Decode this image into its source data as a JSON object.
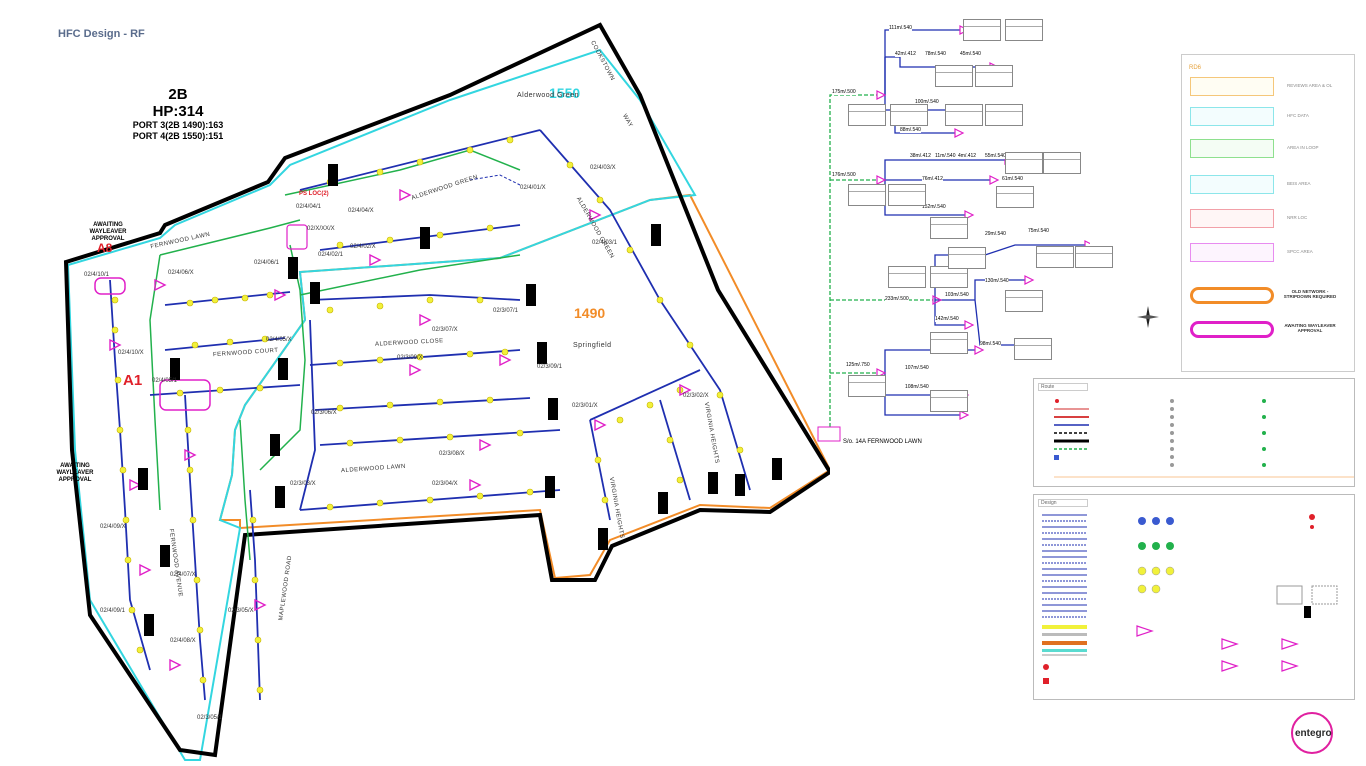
{
  "header": {
    "title": "HFC Design - RF"
  },
  "summary": {
    "code": "2B",
    "hp": "HP:314",
    "port3": "PORT 3(2B 1490):163",
    "port4": "PORT 4(2B 1550):151"
  },
  "awaiting_top": {
    "line1": "AWAITING",
    "line2": "WAYLEAVER",
    "line3": "APPROVAL"
  },
  "awaiting_left": {
    "line1": "AWAITING",
    "line2": "WAYLEAVER",
    "line3": "APPROVAL"
  },
  "areas": {
    "a1550": "1550",
    "a1490": "1490",
    "a8": "A8",
    "a1": "A1"
  },
  "streets": {
    "fernwood_lawn": "FERNWOOD LAWN",
    "fernwood_court": "FERNWOOD COURT",
    "alderwood_green": "ALDERWOOD GREEN",
    "alderwood_close": "ALDERWOOD CLOSE",
    "alderwood_lawn": "ALDERWOOD LAWN",
    "alderwood_way": "WAY",
    "alderwood_green_label": "Alderwood Green",
    "cookstown": "COOKSTOWN",
    "springfield": "Springfield",
    "virginia_heights": "VIRGINIA HEIGHTS",
    "virginia_heights2": "VIRGINIA HEIGHTS",
    "maplewood_road": "MAPLEWOOD ROAD",
    "fernwood_avenue": "FERNWOOD AVENUE",
    "alderwood_green2": "ALDERWOOD GREEN"
  },
  "nodes": [
    "02/4/10/1",
    "02/4/10/X",
    "02/4/06/X",
    "02/4/06/1",
    "02/4/05/X",
    "02/4/05/1",
    "02/4/09/X",
    "02/4/09/1",
    "02/4/07/X",
    "02/4/08/X",
    "02/X/XX/X",
    "02/4/04/1",
    "02/4/04/X",
    "02/4/02/X",
    "02/4/02/1",
    "02/4/01/X",
    "02/4/03/X",
    "02/3/07/X",
    "02/3/09/X",
    "02/3/06/X",
    "02/3/08/X",
    "02/3/01/X",
    "02/3/02/X",
    "02/3/04/X",
    "02/3/03/X",
    "02/3/05/X",
    "02/3/05/1",
    "02/3/07/1",
    "02/3/09/1",
    "02/4/03/1"
  ],
  "ps_loc": "PS LOC(2)",
  "footer_address": "S/o. 14A FERNWOOD LAWN",
  "schematic_spans": [
    "111m/.540",
    "42m/.412",
    "78m/.540",
    "45m/.540",
    "175m/.500",
    "100m/.540",
    "88m/.540",
    "38m/.412",
    "11m/.540",
    "4m/.412",
    "55m/.540",
    "176m/.500",
    "76m/.412",
    "61m/.540",
    "152m/.540",
    "29m/.540",
    "75m/.540",
    "233m/.500",
    "103m/.540",
    "130m/.540",
    "142m/.540",
    "98m/.540",
    "125m/.750",
    "107m/.540",
    "108m/.540"
  ],
  "rd_legend": {
    "title": "RD6",
    "items": [
      "REVIEWS AREA & OL",
      "HFC DATA",
      "AREA IN LOOP",
      "BEIS AREA",
      "NRR LOC",
      "SPCC AREA"
    ],
    "old_network": "OLD NETWORK - STRIPDOWN REQUIRED",
    "awaiting": "AWAITING WAYLEAVER APPROVAL"
  },
  "legend_route": {
    "head": "Route"
  },
  "legend_design": {
    "head": "Design"
  },
  "logo": "entegro",
  "colors": {
    "route_blue": "#1f2fb0",
    "route_green": "#22b14c",
    "boundary_orange": "#f28c28",
    "boundary_cyan": "#33d6e0",
    "node_magenta": "#e020c8",
    "tap_yellow": "#f1f13a"
  }
}
